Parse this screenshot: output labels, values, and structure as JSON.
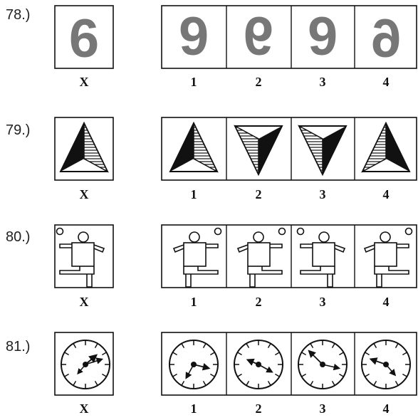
{
  "questions": [
    {
      "number": "78.)",
      "figure": "mirror-image-digit-six"
    },
    {
      "number": "79.)",
      "figure": "mirror-image-shaded-triangle"
    },
    {
      "number": "80.)",
      "figure": "mirror-image-stick-figure"
    },
    {
      "number": "81.)",
      "figure": "mirror-image-clock"
    }
  ],
  "labels": {
    "x": "X",
    "o1": "1",
    "o2": "2",
    "o3": "3",
    "o4": "4"
  },
  "digit": "6",
  "colors": {
    "digit": "#777777",
    "ink": "#111111"
  }
}
